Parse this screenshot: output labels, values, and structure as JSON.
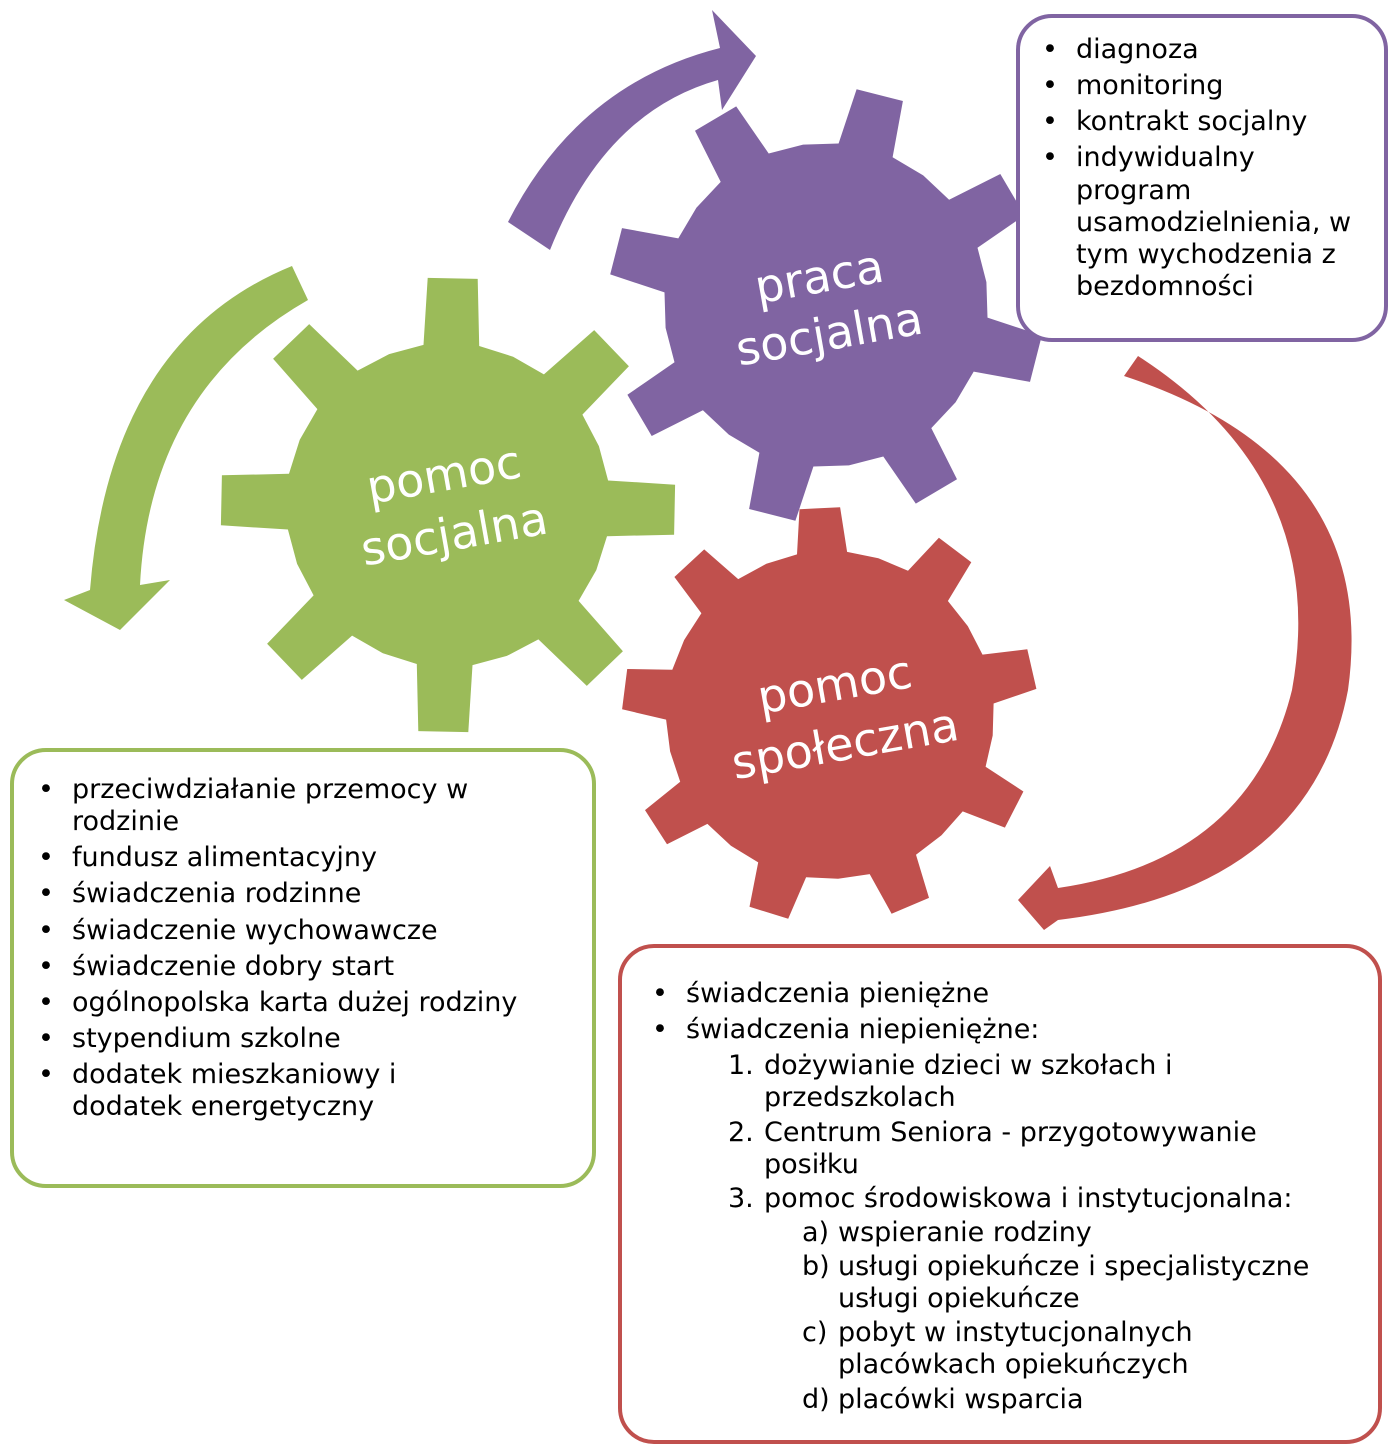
{
  "colors": {
    "purple": "#8064a2",
    "green": "#9bbb59",
    "red": "#c0504d"
  },
  "gears": {
    "praca": {
      "line1": "praca",
      "line2": "socjalna"
    },
    "pomoc_socjalna": {
      "line1": "pomoc",
      "line2": "socjalna"
    },
    "pomoc_spoleczna": {
      "line1": "pomoc",
      "line2": "społeczna"
    }
  },
  "purple_box": {
    "items": [
      "diagnoza",
      "monitoring",
      "kontrakt socjalny",
      "indywidualny program usamodzielnienia, w tym wychodzenia z bezdomności"
    ]
  },
  "green_box": {
    "items": [
      "przeciwdziałanie przemocy w rodzinie",
      "fundusz alimentacyjny",
      "świadczenia rodzinne",
      "świadczenie wychowawcze",
      "świadczenie dobry start",
      "ogólnopolska karta dużej rodziny",
      "stypendium szkolne",
      "dodatek mieszkaniowy i dodatek energetyczny"
    ]
  },
  "red_box": {
    "bullet1": "świadczenia pieniężne",
    "bullet2": "świadczenia niepieniężne:",
    "sub": [
      {
        "num": "1.",
        "text": "dożywianie dzieci w szkołach i przedszkolach"
      },
      {
        "num": "2.",
        "text": "Centrum Seniora - przygotowywanie posiłku"
      },
      {
        "num": "3.",
        "text": "pomoc środowiskowa i instytucjonalna:"
      }
    ],
    "subsub": [
      {
        "num": "a)",
        "text": "wspieranie rodziny"
      },
      {
        "num": "b)",
        "text": "usługi opiekuńcze i specjalistyczne usługi opiekuńcze"
      },
      {
        "num": "c)",
        "text": "pobyt w instytucjonalnych placówkach opiekuńczych"
      },
      {
        "num": "d)",
        "text": "placówki wsparcia"
      }
    ]
  }
}
